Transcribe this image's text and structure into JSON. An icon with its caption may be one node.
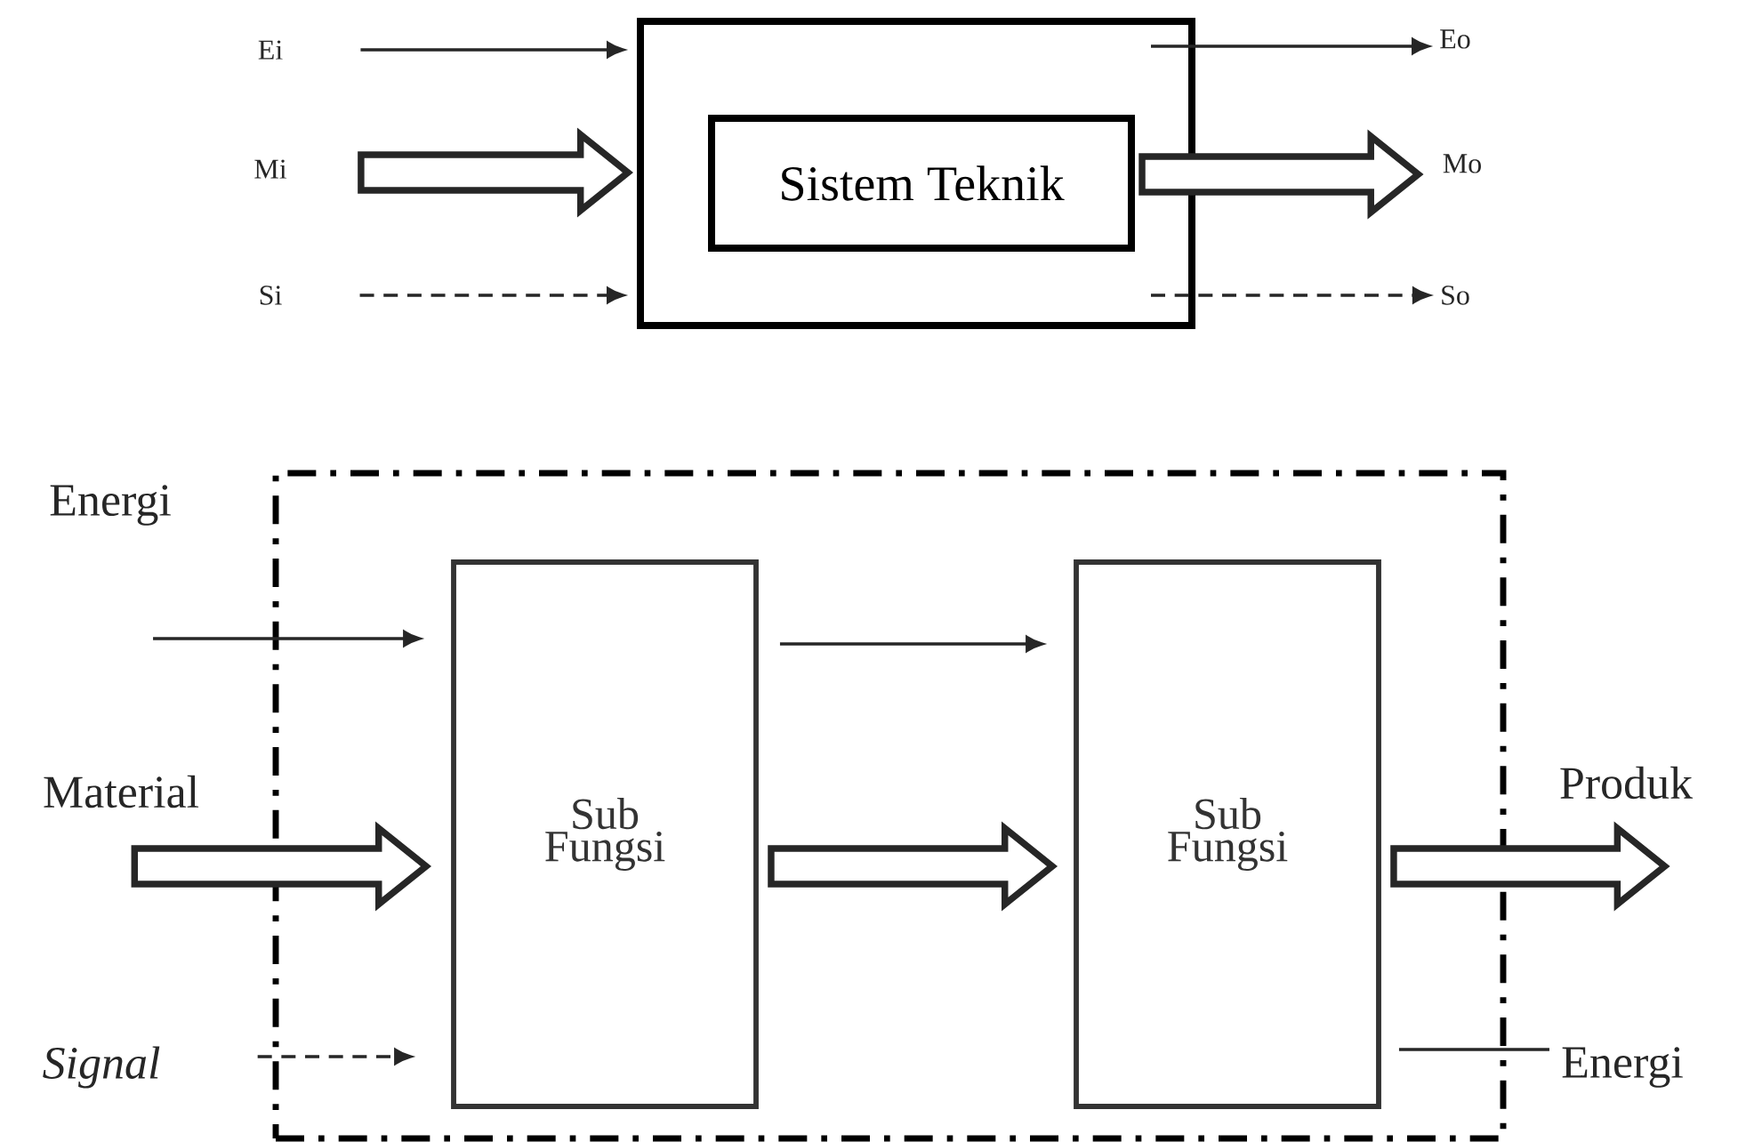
{
  "diagram": {
    "nodes": [
      {
        "text": [],
        "shape": "box"
      },
      {
        "text": [
          "Sistem Teknik"
        ],
        "in": 0
      },
      {
        "text": [
          "Ei"
        ]
      },
      {
        "text": [
          "Mi"
        ]
      },
      {
        "text": [
          "Si"
        ]
      },
      {
        "text": [
          "Eo"
        ]
      },
      {
        "text": [
          "Mo"
        ]
      },
      {
        "text": [
          "So"
        ]
      },
      {
        "text": [],
        "shape": "box"
      },
      {
        "text": [
          "Sub Fungsi"
        ],
        "in": 8
      },
      {
        "text": [
          "Sub Fungsi"
        ],
        "in": 8
      },
      {
        "text": [
          "Energi"
        ]
      },
      {
        "text": [
          "Material"
        ]
      },
      {
        "text": [
          "Signal"
        ]
      },
      {
        "text": [
          "Produk"
        ]
      },
      {
        "text": [
          "Energi"
        ]
      }
    ],
    "edges": [
      {
        "from": 2,
        "to": 0,
        "arrow": "to"
      },
      {
        "from": 3,
        "to": 0,
        "arrow": "to",
        "style": "thick"
      },
      {
        "from": 4,
        "to": 0,
        "arrow": "to",
        "style": "dashed"
      },
      {
        "from": 0,
        "to": 5,
        "arrow": "to"
      },
      {
        "from": 1,
        "to": 6,
        "arrow": "to",
        "style": "thick"
      },
      {
        "from": 0,
        "to": 7,
        "arrow": "to",
        "style": "dashed"
      },
      {
        "from": 11,
        "to": 9,
        "arrow": "to"
      },
      {
        "from": 12,
        "to": 9,
        "arrow": "to",
        "style": "thick"
      },
      {
        "from": 13,
        "to": 9,
        "arrow": "to",
        "style": "dashed"
      },
      {
        "from": 9,
        "to": 10,
        "arrow": "to"
      },
      {
        "from": 9,
        "to": 10,
        "arrow": "to",
        "style": "thick"
      },
      {
        "from": 10,
        "to": 14,
        "arrow": "to",
        "style": "thick"
      },
      {
        "from": 10,
        "to": 15,
        "arrow": "none"
      }
    ]
  }
}
